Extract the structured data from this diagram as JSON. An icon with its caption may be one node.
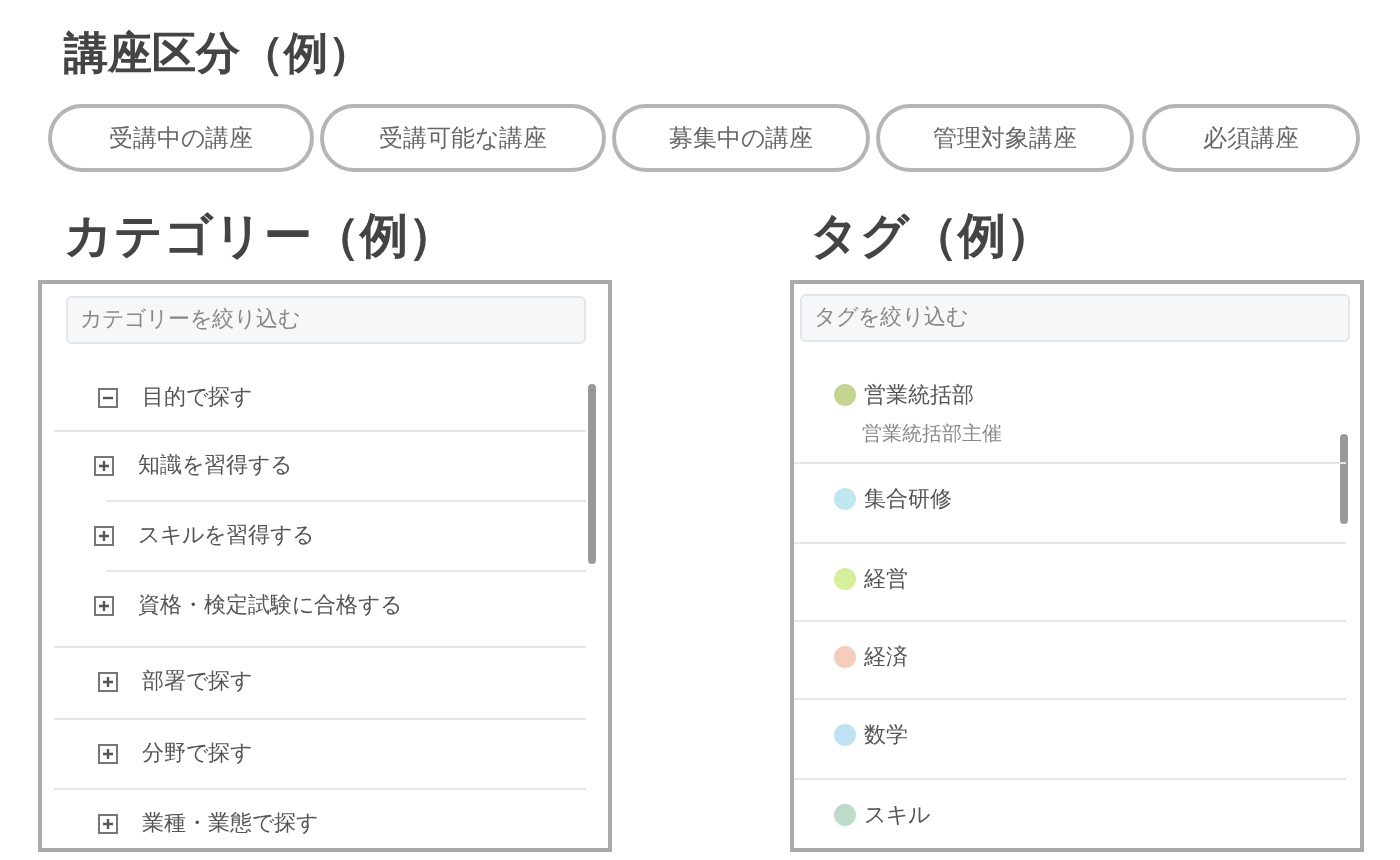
{
  "diagram": {
    "nodes": [
      {
        "text": [
          "受講中の講座"
        ]
      },
      {
        "text": [
          "受講可能な講座"
        ]
      },
      {
        "text": [
          "募集中の講座"
        ]
      },
      {
        "text": [
          "管理対象講座"
        ]
      },
      {
        "text": [
          "必須講座"
        ]
      },
      {
        "text": [
          "カテゴリー（例）"
        ]
      },
      {
        "text": [
          "カテゴリーを絞り込む"
        ],
        "in": 5
      },
      {
        "text": [
          "目的で探す"
        ],
        "in": 5
      },
      {
        "text": [
          "知識を習得する"
        ],
        "in": 5
      },
      {
        "text": [
          "スキルを習得する"
        ],
        "in": 5
      },
      {
        "text": [
          "資格・検定試験に合格する"
        ],
        "in": 5
      },
      {
        "text": [
          "部署で探す"
        ],
        "in": 5
      },
      {
        "text": [
          "分野で探す"
        ],
        "in": 5
      },
      {
        "text": [
          "業種・業態で探す"
        ],
        "in": 5
      },
      {
        "text": [
          "タグ（例）"
        ]
      },
      {
        "text": [
          "タグを絞り込む"
        ],
        "in": 14
      },
      {
        "text": [
          "営業統括部",
          "営業統括部主催"
        ],
        "in": 14
      },
      {
        "text": [
          "集合研修"
        ],
        "in": 14
      },
      {
        "text": [
          "経営"
        ],
        "in": 14
      },
      {
        "text": [
          "経済"
        ],
        "in": 14
      },
      {
        "text": [
          "数学"
        ],
        "in": 14
      },
      {
        "text": [
          "スキル"
        ],
        "in": 14
      }
    ],
    "labels": [
      "講座区分（例）"
    ]
  }
}
